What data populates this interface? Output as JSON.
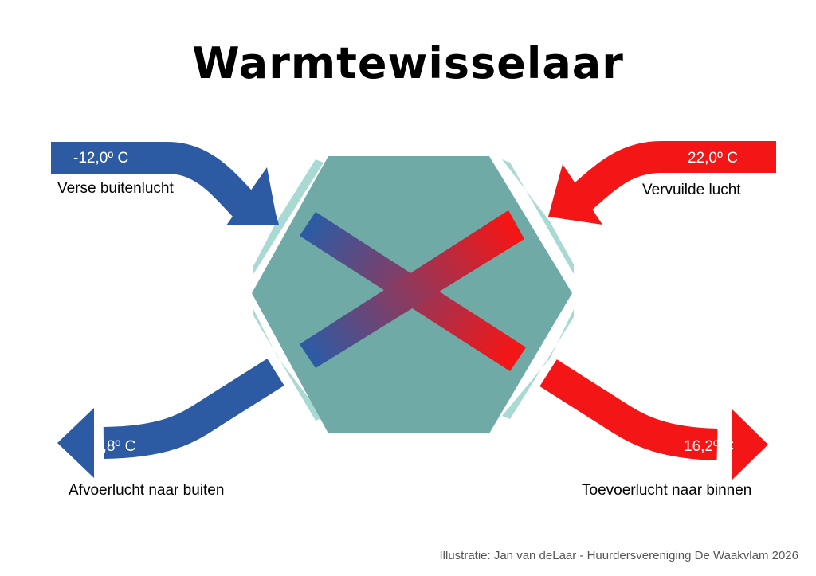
{
  "title": "Warmtewisselaar",
  "colors": {
    "cold": "#2d5ba3",
    "warm": "#f41616",
    "exchanger": "#6faaa7",
    "exchanger_edge": "#a9d9d3"
  },
  "flows": {
    "fresh_outside": {
      "temp": "-12,0º C",
      "label": "Verse buitenlucht"
    },
    "stale_inside": {
      "temp": "22,0º C",
      "label": "Vervuilde lucht"
    },
    "exhaust": {
      "temp": "5,8º C",
      "label": "Afvoerlucht naar buiten"
    },
    "supply": {
      "temp": "16,2º C",
      "label": "Toevoerlucht naar binnen"
    }
  },
  "credit": "Illustratie: Jan van deLaar - Huurdersvereniging De Waakvlam 2026"
}
